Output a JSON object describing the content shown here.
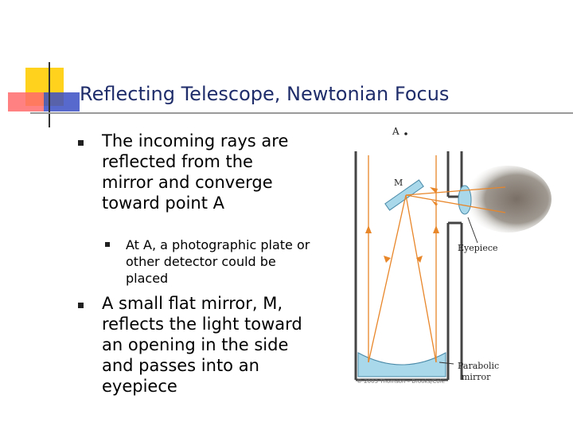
{
  "slide": {
    "title": "Reflecting Telescope, Newtonian Focus",
    "bullets": [
      {
        "text": "The incoming rays are reflected from the mirror and converge toward point A"
      },
      {
        "text": "At A, a photographic plate or other detector could be placed",
        "level": 2
      },
      {
        "text": "A small flat mirror, M, reflects the light toward an opening in the side and passes into an eyepiece"
      }
    ]
  },
  "figure": {
    "label_A": "A",
    "label_M": "M",
    "label_eyepiece": "Eyepiece",
    "label_parabolic_line1": "Parabolic",
    "label_parabolic_line2": "mirror",
    "copyright": "© 2003 Thomson – Brooks/Cole"
  },
  "colors": {
    "title": "#1f2d6b",
    "logo_yellow": "#ffd21e",
    "logo_red": "#ff4a4a",
    "logo_blue": "#3a4fc4",
    "ray": "#e8862a",
    "mirror": "#a8d8ea"
  }
}
